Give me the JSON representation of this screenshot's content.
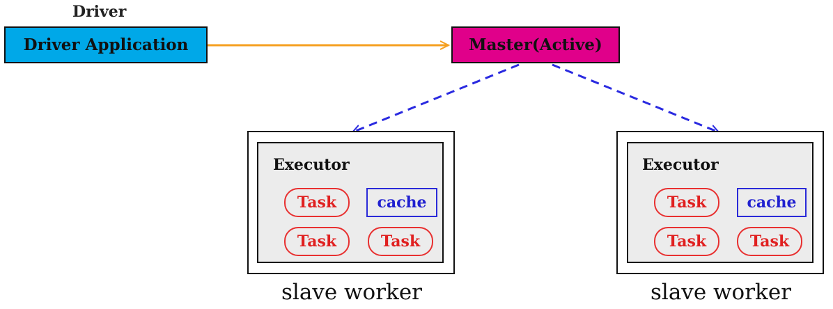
{
  "driver": {
    "group_label": "Driver",
    "app_label": "Driver Application"
  },
  "master": {
    "label": "Master(Active)"
  },
  "workers": [
    {
      "executor_label": "Executor",
      "task1": "Task",
      "task2": "Task",
      "task3": "Task",
      "cache": "cache",
      "label": "slave worker"
    },
    {
      "executor_label": "Executor",
      "task1": "Task",
      "task2": "Task",
      "task3": "Task",
      "cache": "cache",
      "label": "slave worker"
    }
  ],
  "colors": {
    "driver_fill": "#00a8e8",
    "master_fill": "#e0008a",
    "driver_arrow": "#f5a020",
    "dispatch_arrow": "#2a2ae0",
    "task": "#e02020",
    "cache": "#2020d0"
  }
}
